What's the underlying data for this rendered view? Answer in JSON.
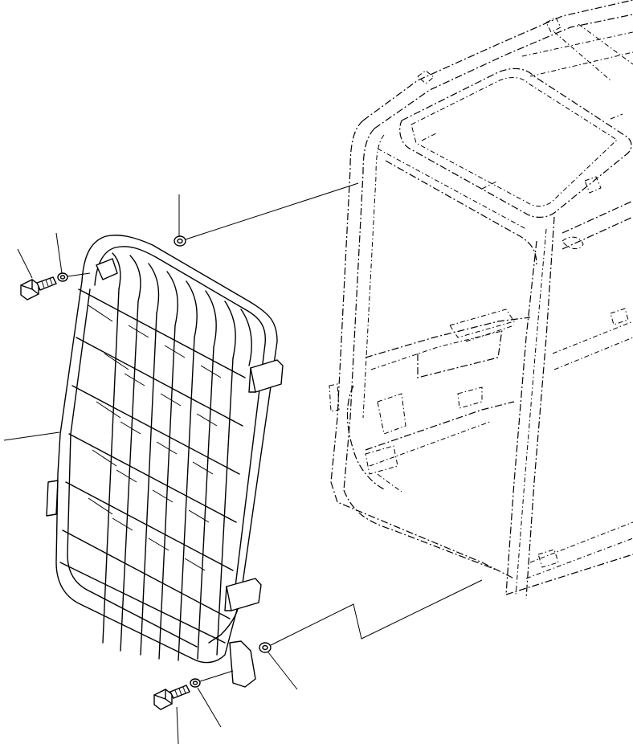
{
  "diagram": {
    "type": "exploded-parts-view",
    "parts": [
      {
        "id": "front-guard",
        "shape": "grille"
      },
      {
        "id": "cab-frame",
        "shape": "frame",
        "style": "phantom"
      },
      {
        "id": "upper-bolt",
        "shape": "bolt"
      },
      {
        "id": "upper-washer-left",
        "shape": "washer"
      },
      {
        "id": "upper-washer-right",
        "shape": "washer"
      },
      {
        "id": "lower-bolt",
        "shape": "bolt"
      },
      {
        "id": "lower-washer-left",
        "shape": "washer"
      },
      {
        "id": "lower-washer-right",
        "shape": "washer"
      }
    ],
    "callouts": 6,
    "colors": {
      "ink": "#000000",
      "background": "#ffffff"
    }
  }
}
